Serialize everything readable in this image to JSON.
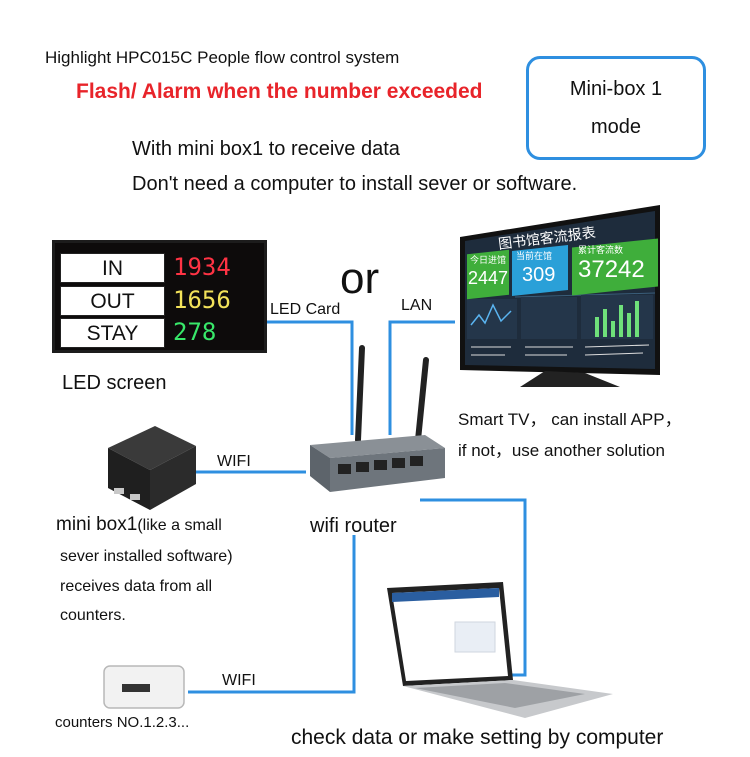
{
  "header": {
    "title": "Highlight HPC015C People flow control system",
    "alarm": "Flash/ Alarm when the number exceeded",
    "mode_line1": "Mini-box 1",
    "mode_line2": "mode",
    "line1": "With mini box1 to receive data",
    "line2": "Don't need a computer to install sever or software."
  },
  "or_label": "or",
  "led_screen": {
    "rows": [
      {
        "label": "IN",
        "value": "1934",
        "color": "#ff3344"
      },
      {
        "label": "OUT",
        "value": "1656",
        "color": "#f2e25a"
      },
      {
        "label": "STAY",
        "value": "278",
        "color": "#38e86a"
      }
    ],
    "caption": "LED screen"
  },
  "smart_tv": {
    "heading": "图书馆客流报表",
    "tiles": [
      {
        "label": "今日进馆",
        "value": "2447",
        "color": "#3fae3b"
      },
      {
        "label": "当前在馆",
        "value": "309",
        "color": "#2aa0d8"
      },
      {
        "label": "累计客流数",
        "value": "37242",
        "color": "#3fae3b"
      }
    ],
    "caption_line1": "Smart TV， can install APP，",
    "caption_line2": "if not，use another solution"
  },
  "links": {
    "led_card": "LED Card",
    "lan": "LAN",
    "wifi_minibox": "WIFI",
    "wifi_counter": "WIFI"
  },
  "router": {
    "caption": "wifi router"
  },
  "mini_box": {
    "title_main": "mini box1",
    "title_small": "(like a small",
    "lines": [
      "sever installed software)",
      "receives data from  all",
      "counters."
    ]
  },
  "counters": {
    "caption": "counters NO.1.2.3..."
  },
  "computer": {
    "caption": "check data or make setting by computer"
  },
  "colors": {
    "line": "#2e8fe0",
    "alarm": "#e8242a"
  }
}
